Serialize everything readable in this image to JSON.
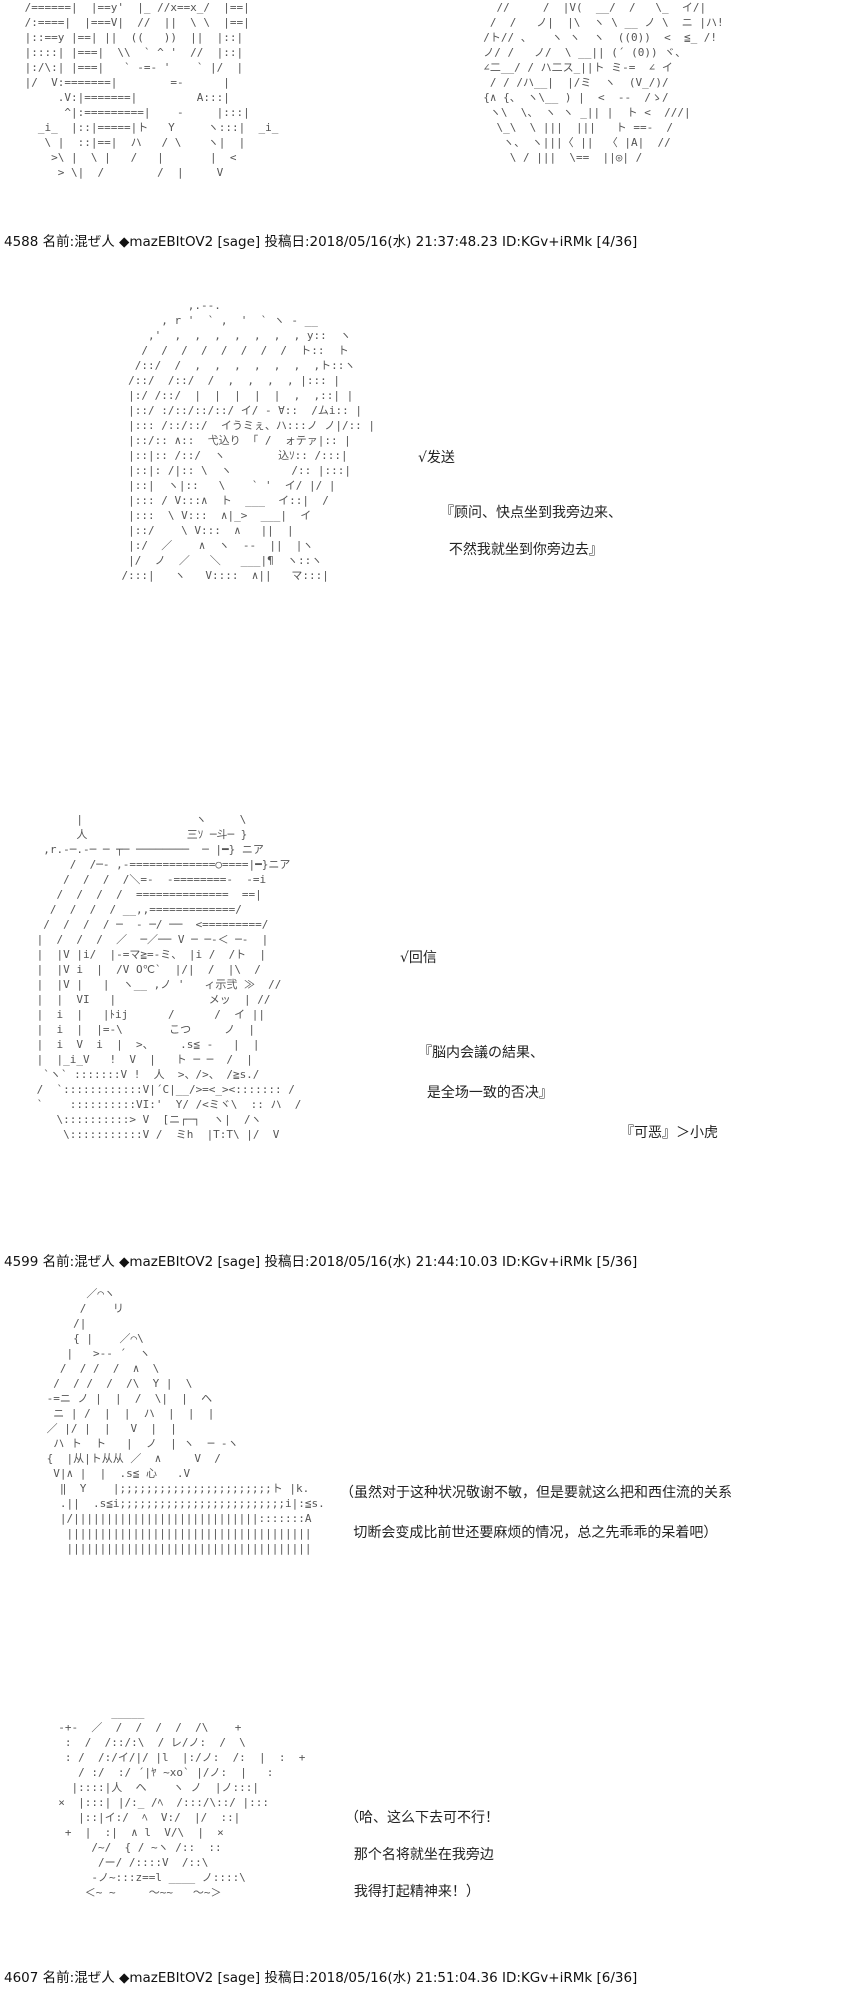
{
  "art": [
    " /======|  |==y'  |_ //x==x_/  |==|\n /:====|  |===V|  //  ||  \\ \\  |==|\n |::==y |==| ||  ((   ))  ||  |::|\n |::::| |===|  \\\\  ` ^ '  //  |::|\n |:/\\:| |===|   ` -=- '    ` |/  |\n |/  V:=======|        =-      |\n      .V:|=======|         A:::|\n       ^|:=========|    -     |:::|\n   _i_  |::|=====|ト   Y     ヽ:::|  _i_\n    \\ |  ::|==|  ハ   / \\    ヽ|  |\n     >\\ |  \\ |   /   |       |  <\n      > \\|  /        /  |     V",
    "    //     /  |V(  __/  /   \\_  イ/|\n   /  /   ノ|  |\\  ヽ \\ __ ノ \\  ニ |ハ!\n  /ト// 、   ヽ ヽ  ヽ  ((0))  <  ≦_ /!\n  ノ/ /   ノ/  \\ __|| (´ (0)) ヾ、\n  ∠二__/ / ハ二ス_||ト ミ-=  ∠ イ\n   / / /ハ__|  |/ミ  ヽ  (V_/)/\n  {∧ {、 ヽ\\__ ) |  <  -‐  /ゝ/\n   ヽ\\  \\、 ヽ ヽ _|| |  ト <  ///|\n    \\_\\  \\ |||  |||   ト ==-  /\n     ヽ、 ヽ|||〈 ||  〈 |A|  //\n      \\ / |||  \\==  ||◎| /",
    "              ,.--.\n          , r '  ` ,  '  ` ヽ ‐ __\n        ,'  ,  ,  ,  ,  ,  ,  , y::  ヽ\n       /  /  /  /  /  /  /  /  ト::  ト\n      /::/  /  ,  ,  ,  ,  ,  ,  ,ト::ヽ\n     /::/  /::/  /  ,  ,  ,  , |::: |\n     |:/ /::/  |  |  |  |  |  ,  ,::| |\n     |::/ :/::/::/::/ イ/ ‐ ∀::  /ムi:: |\n     |::: /::/::/  イうミぇ、ハ:::ノ ノ|/:: |\n     |::/:: ∧::  弋込り 「 /  ォテァ|:: |\n     |::|:: /::/  ヽ        込ｿ:: /:::|\n     |::|: /|:: \\  ヽ         /:: |:::|\n     |::|  ヽ|::   \\    ` '  イ/ |/ |\n     |::: / V:::∧  ト  ___  イ::|  /\n     |:::  \\ V:::  ∧|_>  ___|  イ\n     |::/    \\ V:::  ∧   ||  |\n     |:/  ／    ∧  ヽ  -‐  ||  |ヽ\n     |/  ノ  ／   ＼   ___|¶  ヽ::ヽ\n    /:::|   ヽ   V::::  ∧||   マ:::|",
    "       |                 ヽ     \\\n       人               三ｿ ─斗─ }\n  ,r.-─.-─ ─ ┬─ ────────  ─ |━} ニア\n      /  /─‐ ,-=============○====|━}ニア\n     /  /  /  /＼=-  -========-  -=i\n    /  /  /  /  ==============  ==|\n   /  /  /  / __,,=============/\n  /  /  /  / ─  ‐ ─/ ──  <=========/\n |  /  /  /  ／  ─／── V ─ ─‐＜ ─‐  |\n |  |V |i/  |-=マ≧=-ミ、 |i /  /ト  |\n |  |V i  |  /V O℃`  |/|  /  |\\  /\n |  |V |   |  ヽ__ ,ノ '   ィ示弐 ≫  //\n |  |  VI   |              メッ  | //\n |  i  |   |ﾄij      /      /  イ ||\n |  i  |  |=-\\       こつ     ノ  |\n |  i  V  i  |  >、    .s≦ ‐   |  |\n |  |_i_V   !  V  |   ト ─ ─  /  |\n  `ヽ` :::::::V !  人  >、/>、 /≧s./\n /  `::::::::::::V|´C|__/>=<_><::::::: /\n `    ::::::::::VI:'  Y/ /<ミヾ\\  :: ハ  /\n    \\::::::::::> V  [ニ┌─┐  ヽ|  /ヽ\n     \\:::::::::::V /  ミh  |T:T\\ |/  V",
    "       ／⌒ヽ\n      /    リ\n     /|\n     { |    ／⌒\\\n    |   >-‐ ´  ヽ\n   /  / /  /  ∧  \\\n  /  / /  /  /\\  Y |  \\\n -=ニ ノ |  |  /  \\|  |  ヘ\n  ニ | /  |  |  ハ  |  |  |\n ／ |/ |  |   V  |  |\n  ハ ト  ト   |  ノ  | ヽ  ─ ‐ヽ\n {  |从|ト从从 ／  ∧     V  /\n  V|∧ |  |  .s≦ 心   .V\n   ‖  Y    |;;;;;;;;;;;;;;;;;;;;;;;ト |k.\n   .||  .s≦i;;;;;;;;;;;;;;;;;;;;;;;;;i|:≦s.\n   |/||||||||||||||||||||||||||||:::::::A\n    |||||||||||||||||||||||||||||||||||||\n    |||||||||||||||||||||||||||||||||||||",
    "          _____\n  -+-  ／  /  /  /  /  /\\    +\n   :  /  /::/:\\  / レ/ノ:  /  \\\n   : /  /:/イ/|/ |l  |:/ノ:  /:  |  :  +\n     / :/  :/ ´|ﾔ ~xo` |/ノ:  |   :\n    |::::|人  ヘ    ヽ ノ  |ノ:::|\n  ×  |:::| |/:_ /ﾍ  /:::/\\::/ |:::\n     |::|イ:/  ﾍ  V:/  |/  ::|\n   +  |  :|  ∧ l  V/\\  |  ×\n       /~/  { / ~ヽ /::  ::\n        /ー/ /::::V  /::\\\n       -ノ~:::z==l ____ ノ::::\\\n      ＜~ ~     ～~~   ～~＞"
  ],
  "posts": [
    {
      "header": "4588 名前:混ぜ人 ◆mazEBItOV2 [sage] 投稿日:2018/05/16(水) 21:37:48.23 ID:KGv+iRMk [4/36]",
      "dialogue": [
        "√发送",
        "『顾问、快点坐到我旁边来、",
        "  不然我就坐到你旁边去』"
      ]
    },
    {
      "header": "4599 名前:混ぜ人 ◆mazEBItOV2 [sage] 投稿日:2018/05/16(水) 21:44:10.03 ID:KGv+iRMk [5/36]",
      "dialogue": [
        "√回信",
        "『脳内会議の結果、",
        "  是全场一致的否决』",
        "『可恶』＞小虎"
      ]
    },
    {
      "header": "4607 名前:混ぜ人 ◆mazEBItOV2 [sage] 投稿日:2018/05/16(水) 21:51:04.36 ID:KGv+iRMk [6/36]",
      "dialogue": [
        "（虽然对于这种状况敬谢不敏，但是要就这么把和西住流的关系",
        "   切断会变成比前世还要麻烦的情况，总之先乖乖的呆着吧）",
        "（哈、这么下去可不行！",
        "  那个名将就坐在我旁边",
        "  我得打起精神来！）"
      ]
    }
  ]
}
